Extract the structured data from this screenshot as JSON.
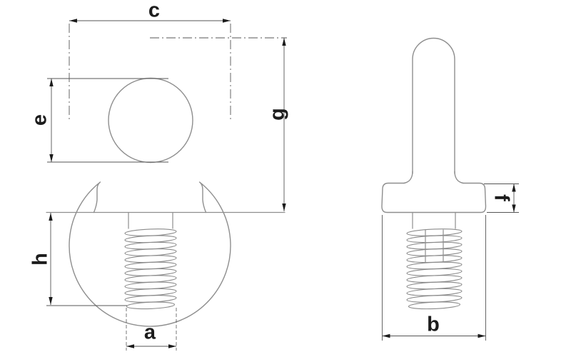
{
  "labels": {
    "a": "a",
    "b": "b",
    "c": "c",
    "e": "e",
    "f": "f",
    "g": "g",
    "h": "h"
  },
  "colors": {
    "background": "#ffffff",
    "outline": "#8e8e8e",
    "thread": "#8a8a8a",
    "dimension": "#555555",
    "ink": "#1c1c1c"
  }
}
